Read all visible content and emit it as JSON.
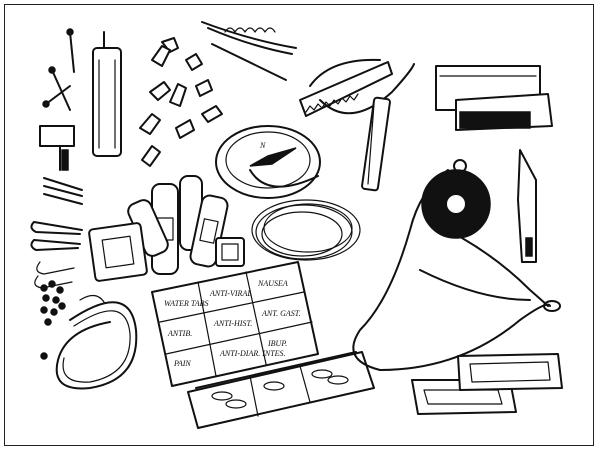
{
  "illustration": {
    "title": "",
    "box_labels": [
      [
        "WATER TABS",
        "ANTI-VIRAL",
        "NAUSEA"
      ],
      [
        "ANTIB.",
        "ANTI-HIST.",
        "ANT. GAST."
      ],
      [
        "PAIN",
        "ANTI-DIAR. INTES.",
        "IBUP."
      ]
    ]
  }
}
